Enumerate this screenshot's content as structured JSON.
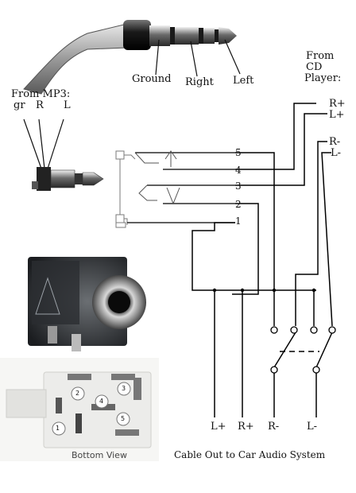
{
  "plug": {
    "ground": "Ground",
    "right": "Right",
    "left": "Left"
  },
  "mp3": {
    "title": "From MP3:",
    "gr": "gr",
    "r": "R",
    "l": "L"
  },
  "cd": {
    "line1": "From",
    "line2": "CD",
    "line3": "Player:",
    "rplus": "R+",
    "lplus": "L+",
    "rminus": "R-",
    "lminus": "L-"
  },
  "jack_pins": [
    "5",
    "4",
    "3",
    "2",
    "1"
  ],
  "bottom_view": {
    "label": "Bottom View",
    "pins": [
      "1",
      "2",
      "3",
      "4",
      "5"
    ]
  },
  "outputs": {
    "lplus": "L+",
    "rplus": "R+",
    "rminus": "R-",
    "lminus": "L-",
    "caption": "Cable Out to Car Audio System"
  }
}
